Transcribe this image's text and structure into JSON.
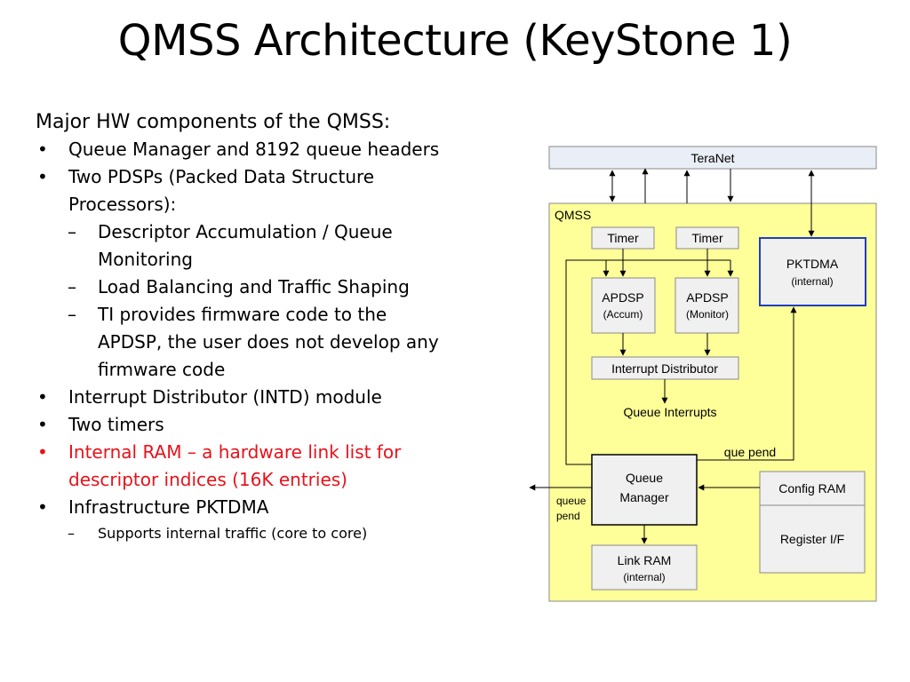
{
  "title": "QMSS Architecture (KeyStone 1)",
  "bullets": {
    "heading": "Major HW components of the QMSS:",
    "b1": "Queue Manager and 8192 queue headers",
    "b2a": "Two PDSPs (Packed Data Structure",
    "b2b": "Processors):",
    "s1a": "Descriptor Accumulation / Queue",
    "s1b": "Monitoring",
    "s2": "Load Balancing and Traffic Shaping",
    "s3a": "TI provides firmware code to the",
    "s3b": "APDSP, the user does not develop any",
    "s3c": "firmware code",
    "b3": "Interrupt Distributor (INTD) module",
    "b4": "Two timers",
    "b5a": "Internal RAM – a hardware link list  for",
    "b5b": "descriptor indices (16K entries)",
    "b6": "Infrastructure PKTDMA",
    "s4": "Supports internal traffic (core to core)"
  },
  "markers": {
    "bullet": "•",
    "dash": "–"
  },
  "diagram": {
    "teranet": "TeraNet",
    "qmss": "QMSS",
    "timer1": "Timer",
    "timer2": "Timer",
    "pktdma": "PKTDMA",
    "pktdma_sub": "(internal)",
    "apdsp1": "APDSP",
    "apdsp1_sub": "(Accum)",
    "apdsp2": "APDSP",
    "apdsp2_sub": "(Monitor)",
    "intd": "Interrupt Distributor",
    "queue_interrupts": "Queue Interrupts",
    "que_pend": "que pend",
    "qm_line1": "Queue",
    "qm_line2": "Manager",
    "config_ram": "Config RAM",
    "register_if": "Register I/F",
    "queue_pend_1": "queue",
    "queue_pend_2": "pend",
    "link_ram": "Link RAM",
    "link_ram_sub": "(internal)"
  },
  "colors": {
    "qmss_fill": "#ffff99",
    "box_fill": "#f0f0f0",
    "teranet_fill": "#eaeef6",
    "pktdma_border": "#1f3fbf",
    "highlight_text": "#e8111a"
  }
}
